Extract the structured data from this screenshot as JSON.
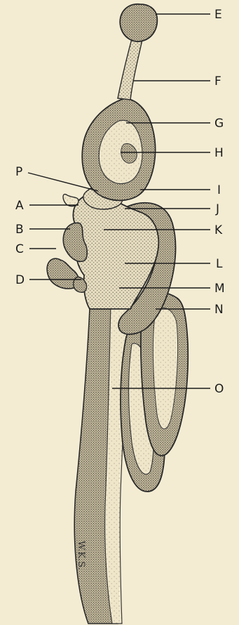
{
  "labels": [
    {
      "key": "E",
      "text": "E"
    },
    {
      "key": "F",
      "text": "F"
    },
    {
      "key": "G",
      "text": "G"
    },
    {
      "key": "H",
      "text": "H"
    },
    {
      "key": "P",
      "text": "P"
    },
    {
      "key": "I",
      "text": "I"
    },
    {
      "key": "A",
      "text": "A"
    },
    {
      "key": "J",
      "text": "J"
    },
    {
      "key": "B",
      "text": "B"
    },
    {
      "key": "K",
      "text": "K"
    },
    {
      "key": "C",
      "text": "C"
    },
    {
      "key": "L",
      "text": "L"
    },
    {
      "key": "D",
      "text": "D"
    },
    {
      "key": "M",
      "text": "M"
    },
    {
      "key": "N",
      "text": "N"
    },
    {
      "key": "O",
      "text": "O"
    }
  ],
  "signature_text": "W.K.S.",
  "colors": {
    "background": "#f3ecd3",
    "ink": "#1b1b1b",
    "stipple": "#d2c9b0"
  }
}
